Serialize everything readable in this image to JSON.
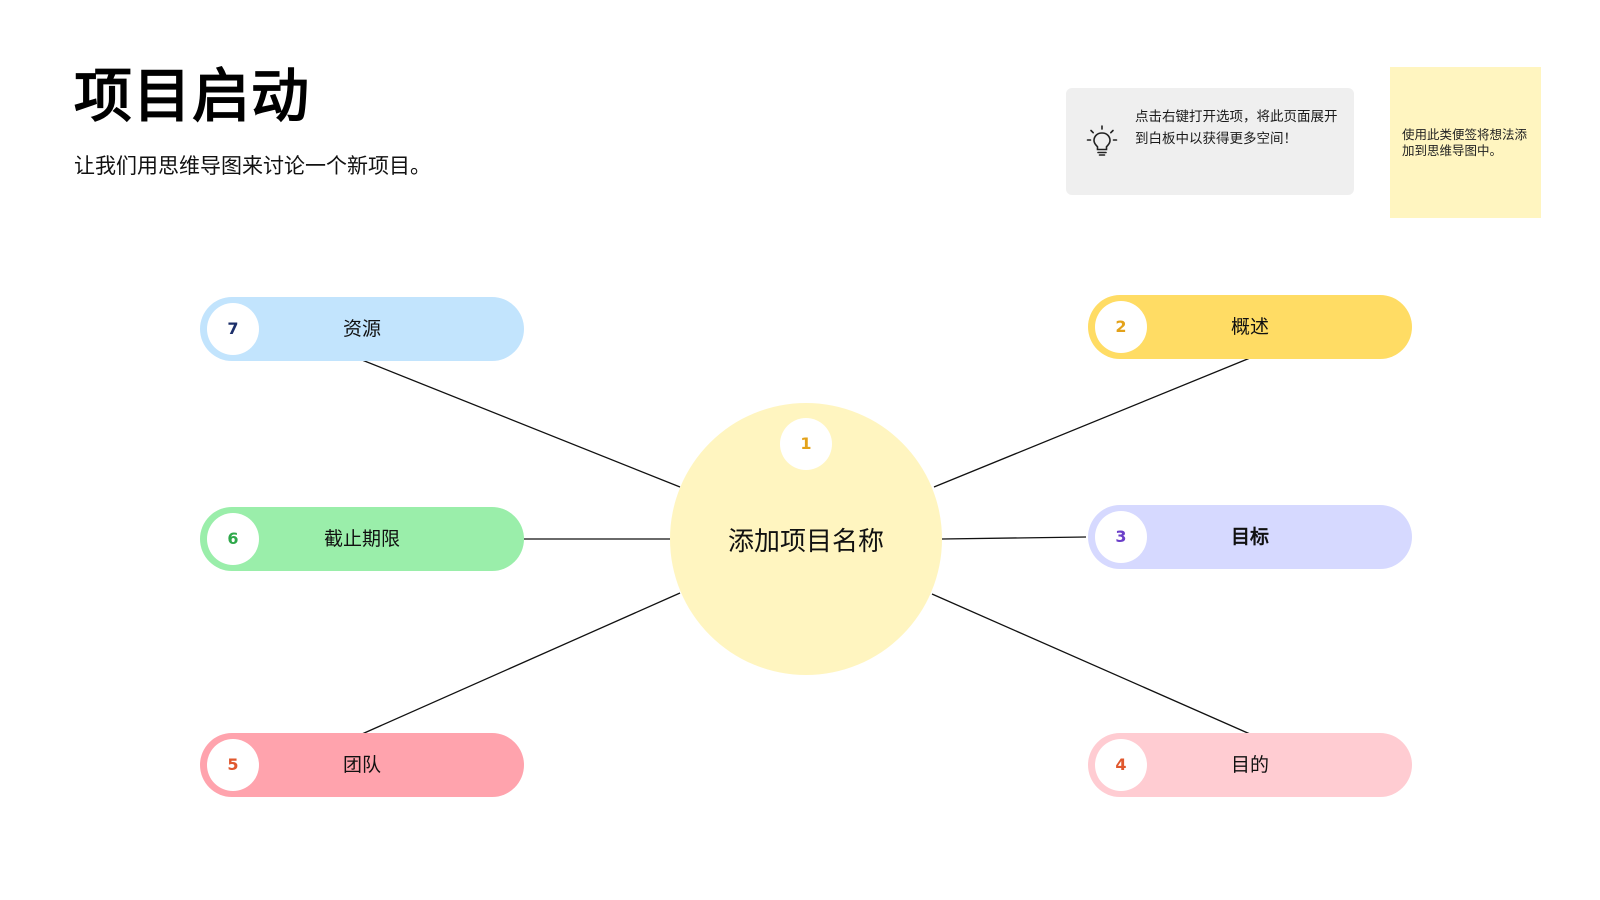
{
  "header": {
    "title": "项目启动",
    "subtitle": "让我们用思维导图来讨论一个新项目。"
  },
  "tip": {
    "icon": "lightbulb-icon",
    "text": "点击右键打开选项，将此页面展开到白板中以获得更多空间！"
  },
  "sticky": {
    "text": "使用此类便签将想法添加到思维导图中。",
    "color": "#fff5c0"
  },
  "mindmap": {
    "center": {
      "number": "1",
      "label": "添加项目名称",
      "color": "#fff5c0",
      "number_color": "#e3a21a"
    },
    "branches": [
      {
        "number": "2",
        "label": "概述",
        "color": "#ffdc64",
        "number_color": "#e3a21a"
      },
      {
        "number": "3",
        "label": "目标",
        "color": "#d6d9ff",
        "number_color": "#6b3fc9"
      },
      {
        "number": "4",
        "label": "目的",
        "color": "#ffccd2",
        "number_color": "#e0582e"
      },
      {
        "number": "5",
        "label": "团队",
        "color": "#ffa3ad",
        "number_color": "#e0582e"
      },
      {
        "number": "6",
        "label": "截止期限",
        "color": "#9aeeaa",
        "number_color": "#2ea84a"
      },
      {
        "number": "7",
        "label": "资源",
        "color": "#c2e4fd",
        "number_color": "#1c2f6a"
      }
    ]
  }
}
